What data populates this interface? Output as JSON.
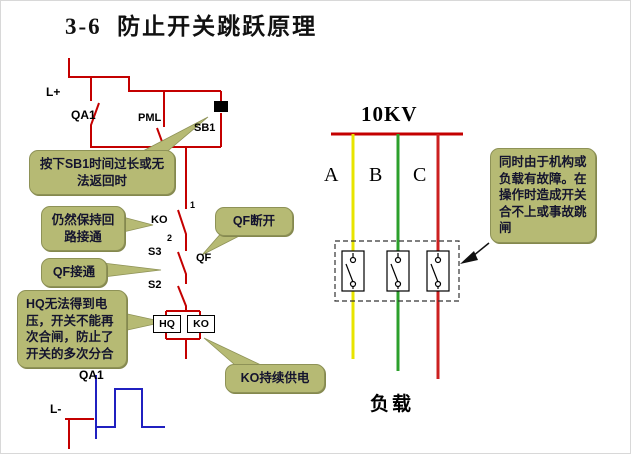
{
  "title": "3-6  防止开关跳跃原理",
  "colors": {
    "wire_red": "#c40000",
    "wire_blue": "#2020c0",
    "phase_a_yellow": "#e8e400",
    "phase_b_green": "#2ca02c",
    "phase_c_red": "#cc2020",
    "callout_bg": "#b6ba74"
  },
  "circuit_labels": {
    "l_plus": "L+",
    "qa1_top": "QA1",
    "pml": "PML",
    "sb1": "SB1",
    "n1": "1",
    "ko_contact": "KO",
    "n2": "2",
    "s3": "S3",
    "qf": "QF",
    "s2": "S2",
    "hq_coil": "HQ",
    "ko_coil": "KO",
    "qa1_bottom": "QA1",
    "l_minus": "L-"
  },
  "callouts": {
    "sb1_stuck": "按下SB1时间过长或无法返回时",
    "loop_held": "仍然保持回路接通",
    "qf_on": "QF接通",
    "hq_blocked": "HQ无法得到电压，开关不能再次合闸，防止了开关的多次分合",
    "qf_off": "QF断开",
    "ko_energized": "KO持续供电",
    "fault_note": "同时由于机构或负载有故障。在操作时造成开关合不上或事故跳闸"
  },
  "power_side": {
    "voltage": "10KV",
    "phases": [
      "A",
      "B",
      "C"
    ],
    "load": "负载"
  }
}
